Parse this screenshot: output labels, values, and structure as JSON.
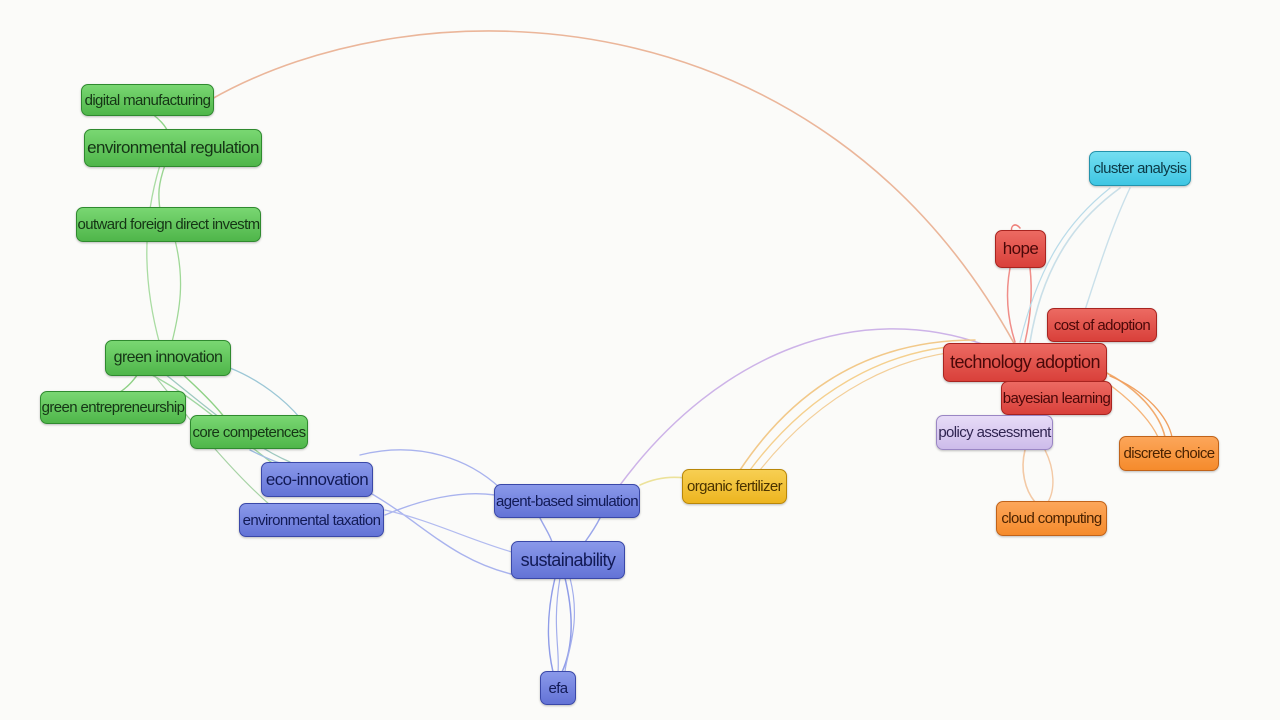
{
  "colors": {
    "green": "#55bb4f",
    "blue": "#6878da",
    "red": "#de4a42",
    "yellow": "#f1bd2c",
    "orange": "#f7922f",
    "cyan": "#47c9e5",
    "purple": "#d4c5ee"
  },
  "nodes": {
    "digital_manufacturing": "digital manufacturing",
    "environmental_regulation": "environmental regulation",
    "outward_fdi": "outward foreign direct investm",
    "green_innovation": "green innovation",
    "green_entrepreneurship": "green entrepreneurship",
    "core_competences": "core competences",
    "eco_innovation": "eco-innovation",
    "environmental_taxation": "environmental taxation",
    "agent_based_simulation": "agent-based simulation",
    "sustainability": "sustainability",
    "efa": "efa",
    "organic_fertilizer": "organic fertilizer",
    "technology_adoption": "technology adoption",
    "hope": "hope",
    "cost_of_adoption": "cost of adoption",
    "bayesian_learning": "bayesian learning",
    "cluster_analysis": "cluster analysis",
    "policy_assessment": "policy assessment",
    "discrete_choice": "discrete choice",
    "cloud_computing": "cloud computing"
  }
}
